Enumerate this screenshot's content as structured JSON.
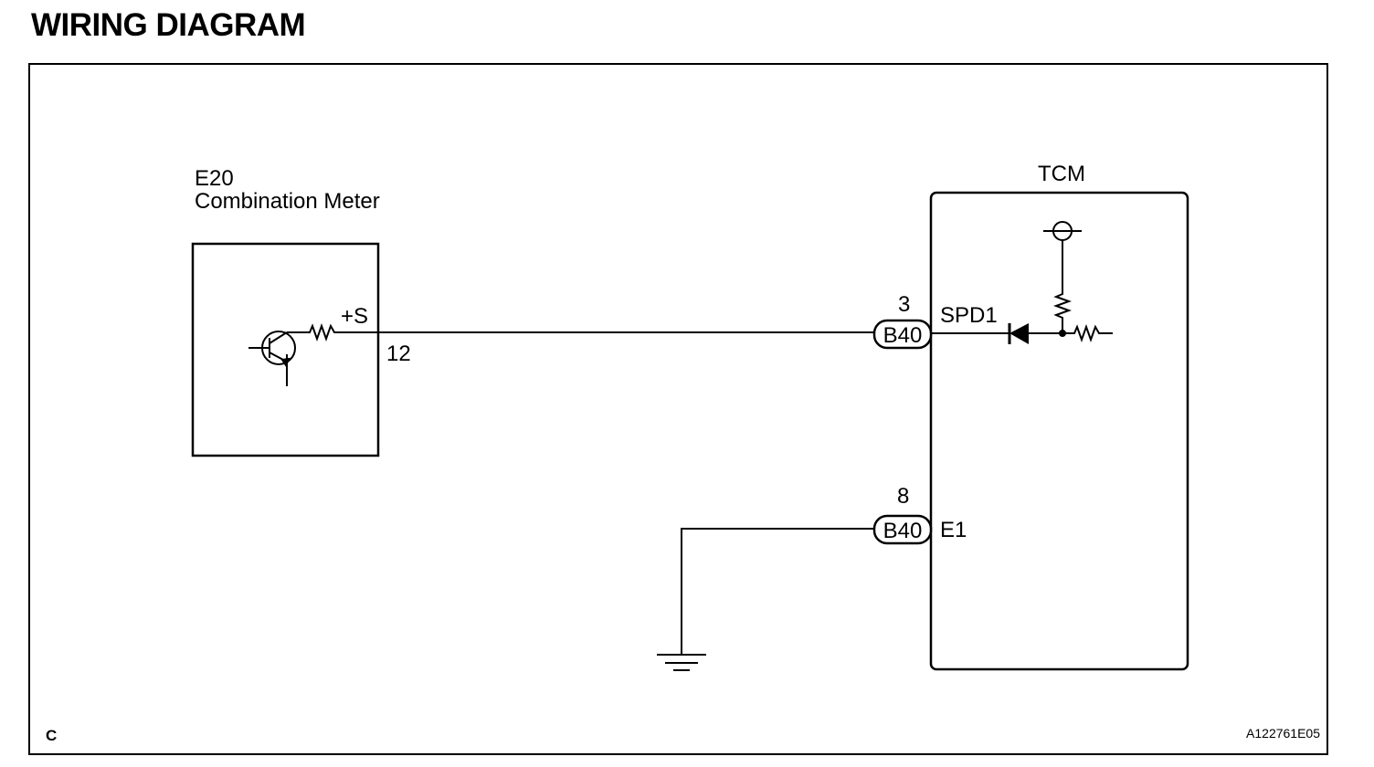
{
  "title": "WIRING DIAGRAM",
  "components": {
    "meter": {
      "code": "E20",
      "name": "Combination Meter",
      "terminal_label": "+S",
      "pin": "12"
    },
    "tcm": {
      "name": "TCM",
      "pins": [
        {
          "pin": "3",
          "connector": "B40",
          "signal": "SPD1"
        },
        {
          "pin": "8",
          "connector": "B40",
          "signal": "E1"
        }
      ]
    }
  },
  "footer": {
    "left_code": "C",
    "figure_id": "A122761E05"
  }
}
